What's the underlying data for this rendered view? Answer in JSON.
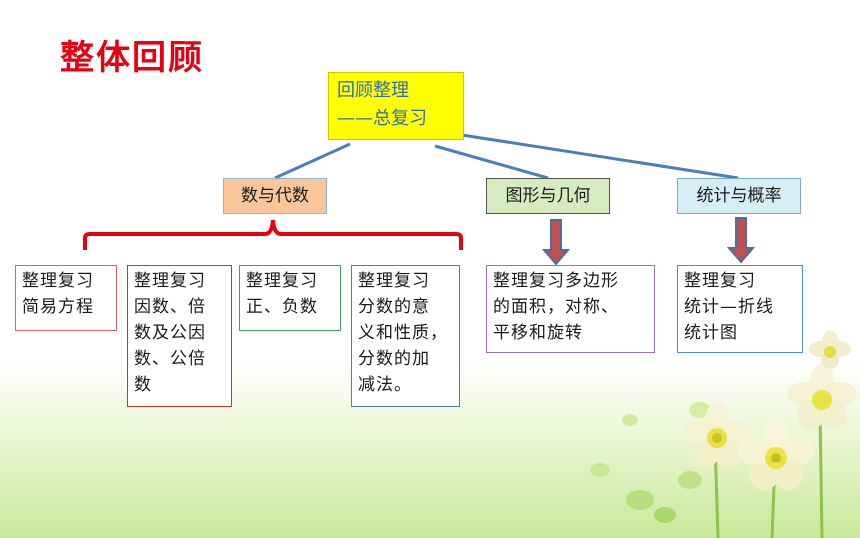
{
  "title": "整体回顾",
  "root": {
    "line1": "回顾整理",
    "line2": "——总复习"
  },
  "categories": [
    {
      "label": "数与代数"
    },
    {
      "label": "图形与几何"
    },
    {
      "label": "统计与概率"
    }
  ],
  "leaves": [
    {
      "text": "整理复习\n简易方程"
    },
    {
      "text": "整理复习\n因数、倍\n数及公因\n数、公倍\n数"
    },
    {
      "text": "整理复习\n正、负数"
    },
    {
      "text": "整理复习\n分数的意\n义和性质，\n分数的加\n减法。"
    },
    {
      "text": "整理复习多边形\n的面积，对称、\n平移和旋转"
    },
    {
      "text": "整理复习\n统计—折线\n统计图"
    }
  ],
  "colors": {
    "title": "#e60012",
    "root_bg": "#ffff00",
    "connector": "#4a7fb8",
    "bracket": "#e60012",
    "arrow_fill": "#c0504d",
    "arrow_outline": "#4a6fa5"
  }
}
